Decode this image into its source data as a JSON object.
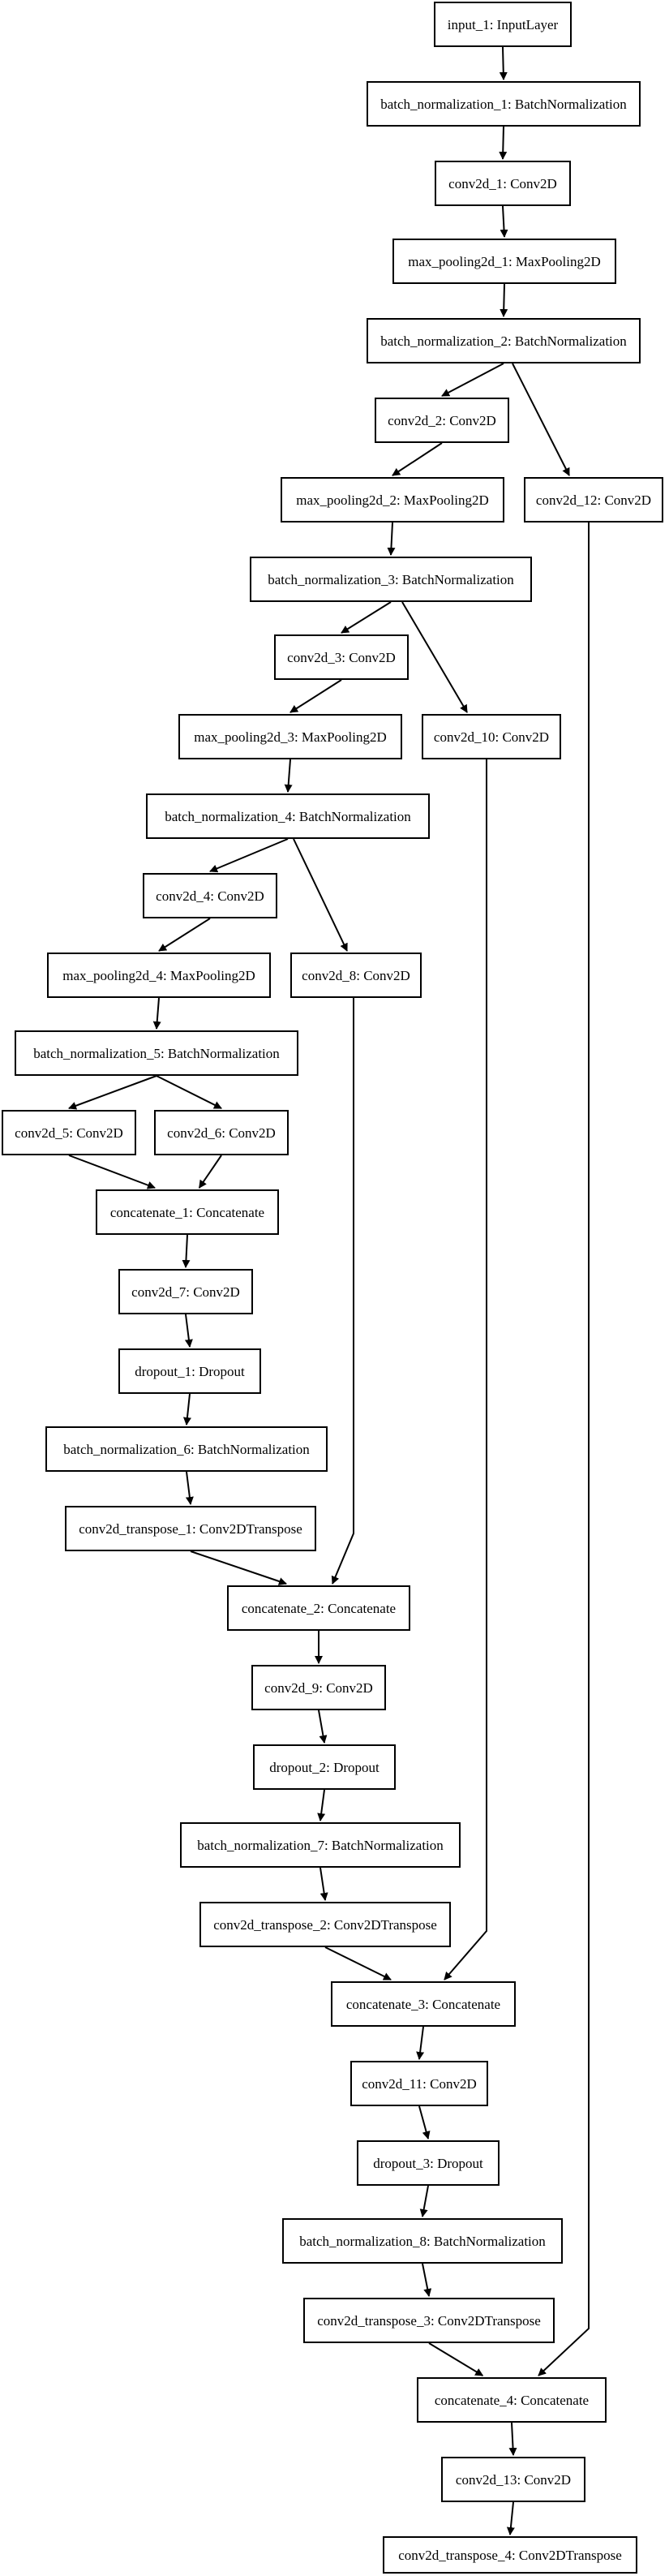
{
  "style": {
    "stroke_color": "#000000",
    "fill_color": "#ffffff"
  },
  "nodes": [
    {
      "id": "input_1",
      "label": "input_1: InputLayer"
    },
    {
      "id": "bn_1",
      "label": "batch_normalization_1: BatchNormalization"
    },
    {
      "id": "conv2d_1",
      "label": "conv2d_1: Conv2D"
    },
    {
      "id": "pool_1",
      "label": "max_pooling2d_1: MaxPooling2D"
    },
    {
      "id": "bn_2",
      "label": "batch_normalization_2: BatchNormalization"
    },
    {
      "id": "conv2d_2",
      "label": "conv2d_2: Conv2D"
    },
    {
      "id": "conv2d_12",
      "label": "conv2d_12: Conv2D"
    },
    {
      "id": "pool_2",
      "label": "max_pooling2d_2: MaxPooling2D"
    },
    {
      "id": "bn_3",
      "label": "batch_normalization_3: BatchNormalization"
    },
    {
      "id": "conv2d_3",
      "label": "conv2d_3: Conv2D"
    },
    {
      "id": "conv2d_10",
      "label": "conv2d_10: Conv2D"
    },
    {
      "id": "pool_3",
      "label": "max_pooling2d_3: MaxPooling2D"
    },
    {
      "id": "bn_4",
      "label": "batch_normalization_4: BatchNormalization"
    },
    {
      "id": "conv2d_4",
      "label": "conv2d_4: Conv2D"
    },
    {
      "id": "conv2d_8",
      "label": "conv2d_8: Conv2D"
    },
    {
      "id": "pool_4",
      "label": "max_pooling2d_4: MaxPooling2D"
    },
    {
      "id": "bn_5",
      "label": "batch_normalization_5: BatchNormalization"
    },
    {
      "id": "conv2d_5",
      "label": "conv2d_5: Conv2D"
    },
    {
      "id": "conv2d_6",
      "label": "conv2d_6: Conv2D"
    },
    {
      "id": "concat_1",
      "label": "concatenate_1: Concatenate"
    },
    {
      "id": "conv2d_7",
      "label": "conv2d_7: Conv2D"
    },
    {
      "id": "dropout_1",
      "label": "dropout_1: Dropout"
    },
    {
      "id": "bn_6",
      "label": "batch_normalization_6: BatchNormalization"
    },
    {
      "id": "convT_1",
      "label": "conv2d_transpose_1: Conv2DTranspose"
    },
    {
      "id": "concat_2",
      "label": "concatenate_2: Concatenate"
    },
    {
      "id": "conv2d_9",
      "label": "conv2d_9: Conv2D"
    },
    {
      "id": "dropout_2",
      "label": "dropout_2: Dropout"
    },
    {
      "id": "bn_7",
      "label": "batch_normalization_7: BatchNormalization"
    },
    {
      "id": "convT_2",
      "label": "conv2d_transpose_2: Conv2DTranspose"
    },
    {
      "id": "concat_3",
      "label": "concatenate_3: Concatenate"
    },
    {
      "id": "conv2d_11",
      "label": "conv2d_11: Conv2D"
    },
    {
      "id": "dropout_3",
      "label": "dropout_3: Dropout"
    },
    {
      "id": "bn_8",
      "label": "batch_normalization_8: BatchNormalization"
    },
    {
      "id": "convT_3",
      "label": "conv2d_transpose_3: Conv2DTranspose"
    },
    {
      "id": "concat_4",
      "label": "concatenate_4: Concatenate"
    },
    {
      "id": "conv2d_13",
      "label": "conv2d_13: Conv2D"
    },
    {
      "id": "convT_4",
      "label": "conv2d_transpose_4: Conv2DTranspose"
    }
  ],
  "edges": [
    {
      "from": "input_1",
      "to": "bn_1"
    },
    {
      "from": "bn_1",
      "to": "conv2d_1"
    },
    {
      "from": "conv2d_1",
      "to": "pool_1"
    },
    {
      "from": "pool_1",
      "to": "bn_2"
    },
    {
      "from": "bn_2",
      "to": "conv2d_2"
    },
    {
      "from": "bn_2",
      "to": "conv2d_12"
    },
    {
      "from": "conv2d_2",
      "to": "pool_2"
    },
    {
      "from": "pool_2",
      "to": "bn_3"
    },
    {
      "from": "bn_3",
      "to": "conv2d_3"
    },
    {
      "from": "bn_3",
      "to": "conv2d_10"
    },
    {
      "from": "conv2d_3",
      "to": "pool_3"
    },
    {
      "from": "pool_3",
      "to": "bn_4"
    },
    {
      "from": "bn_4",
      "to": "conv2d_4"
    },
    {
      "from": "bn_4",
      "to": "conv2d_8"
    },
    {
      "from": "conv2d_4",
      "to": "pool_4"
    },
    {
      "from": "pool_4",
      "to": "bn_5"
    },
    {
      "from": "bn_5",
      "to": "conv2d_5"
    },
    {
      "from": "bn_5",
      "to": "conv2d_6"
    },
    {
      "from": "conv2d_5",
      "to": "concat_1"
    },
    {
      "from": "conv2d_6",
      "to": "concat_1"
    },
    {
      "from": "concat_1",
      "to": "conv2d_7"
    },
    {
      "from": "conv2d_7",
      "to": "dropout_1"
    },
    {
      "from": "dropout_1",
      "to": "bn_6"
    },
    {
      "from": "bn_6",
      "to": "convT_1"
    },
    {
      "from": "convT_1",
      "to": "concat_2"
    },
    {
      "from": "conv2d_8",
      "to": "concat_2"
    },
    {
      "from": "concat_2",
      "to": "conv2d_9"
    },
    {
      "from": "conv2d_9",
      "to": "dropout_2"
    },
    {
      "from": "dropout_2",
      "to": "bn_7"
    },
    {
      "from": "bn_7",
      "to": "convT_2"
    },
    {
      "from": "convT_2",
      "to": "concat_3"
    },
    {
      "from": "conv2d_10",
      "to": "concat_3"
    },
    {
      "from": "concat_3",
      "to": "conv2d_11"
    },
    {
      "from": "conv2d_11",
      "to": "dropout_3"
    },
    {
      "from": "dropout_3",
      "to": "bn_8"
    },
    {
      "from": "bn_8",
      "to": "convT_3"
    },
    {
      "from": "convT_3",
      "to": "concat_4"
    },
    {
      "from": "conv2d_12",
      "to": "concat_4"
    },
    {
      "from": "concat_4",
      "to": "conv2d_13"
    },
    {
      "from": "conv2d_13",
      "to": "convT_4"
    }
  ]
}
